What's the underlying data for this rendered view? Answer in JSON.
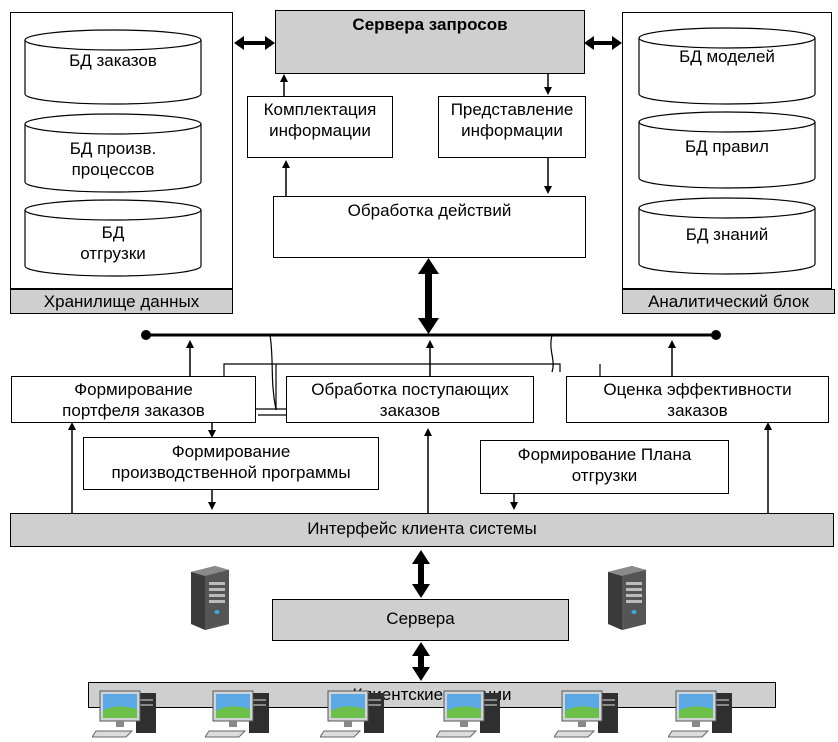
{
  "diagram": {
    "server_requests": "Сервера запросов",
    "assembly": "Комплектация\nинформации",
    "presentation": "Представление\nинформации",
    "actions": "Обработка действий",
    "storage": {
      "label": "Хранилище данных",
      "db": [
        "БД заказов",
        "БД произв.\nпроцессов",
        "БД\nотгрузки"
      ]
    },
    "analytics": {
      "label": "Аналитический блок",
      "db": [
        "БД моделей",
        "БД правил",
        "БД знаний"
      ]
    },
    "modules": {
      "portfolio": "Формирование\nпортфеля заказов",
      "incoming": "Обработка поступающих\nзаказов",
      "efficiency": "Оценка эффективности\nзаказов",
      "production": "Формирование\nпроизводственной программы",
      "shipping_plan": "Формирование Плана\nотгрузки"
    },
    "client_interface": "Интерфейс клиента системы",
    "servers": "Сервера",
    "stations": "Клиентские станции"
  }
}
